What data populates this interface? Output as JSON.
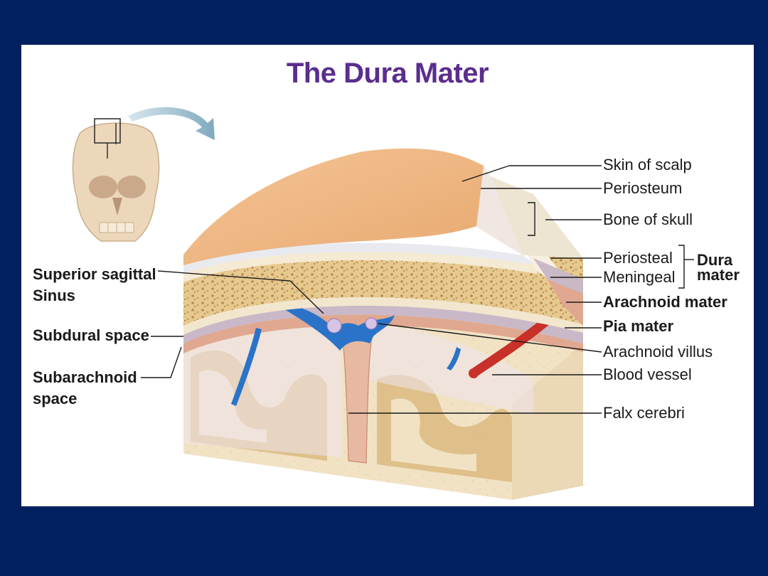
{
  "title": "The Dura Mater",
  "labels_right": {
    "skin": "Skin of scalp",
    "periosteum": "Periosteum",
    "bone": "Bone of skull",
    "periosteal": "Periosteal",
    "meningeal": "Meningeal",
    "dura_line1": "Dura",
    "dura_line2": "mater",
    "arachnoid": "Arachnoid mater",
    "pia": "Pia mater",
    "villus": "Arachnoid villus",
    "vessel": "Blood vessel",
    "falx": "Falx cerebri"
  },
  "labels_left": {
    "sss_line1": "Superior sagittal",
    "sss_line2": "Sinus",
    "subdural": "Subdural space",
    "subarach_line1": "Subarachnoid",
    "subarach_line2": "space"
  },
  "colors": {
    "background": "#002060",
    "title": "#5b2d8e",
    "skin": "#f0b784",
    "bone": "#e9d3a4",
    "sinus": "#2a73c8",
    "vessel": "#c8302a"
  }
}
